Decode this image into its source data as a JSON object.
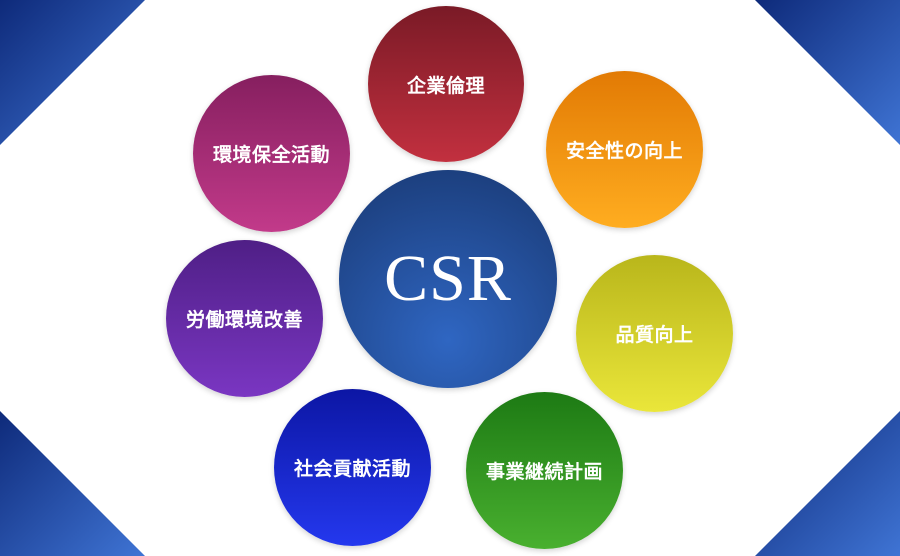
{
  "diagram": {
    "center": {
      "label": "CSR",
      "color_top": "#1c3f7e",
      "color_bottom": "#2f66c2"
    },
    "nodes": [
      {
        "id": "ethics",
        "label": "企業倫理",
        "color_top": "#7a1a26",
        "color_bottom": "#c2303f"
      },
      {
        "id": "safety",
        "label": "安全性の向上",
        "color_top": "#e27a04",
        "color_bottom": "#ffad20"
      },
      {
        "id": "quality",
        "label": "品質向上",
        "color_top": "#b9b61b",
        "color_bottom": "#eae63a"
      },
      {
        "id": "bcp",
        "label": "事業継続計画",
        "color_top": "#1d7a14",
        "color_bottom": "#49b02f"
      },
      {
        "id": "social",
        "label": "社会貢献活動",
        "color_top": "#0c16a4",
        "color_bottom": "#2438ee"
      },
      {
        "id": "labor",
        "label": "労働環境改善",
        "color_top": "#4f1f86",
        "color_bottom": "#7a36c2"
      },
      {
        "id": "environment",
        "label": "環境保全活動",
        "color_top": "#861f5f",
        "color_bottom": "#c23a8a"
      }
    ]
  },
  "frame": {
    "corner_dark": "#0e2a7a",
    "corner_light": "#3f74d4"
  }
}
